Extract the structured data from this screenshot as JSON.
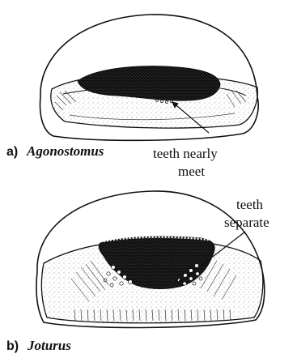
{
  "panel_a": {
    "letter": "a)",
    "genus": "Agonostomus",
    "callout_line1": "teeth nearly",
    "callout_line2": "meet"
  },
  "panel_b": {
    "letter": "b)",
    "genus": "Joturus",
    "callout_line1": "teeth",
    "callout_line2": "separate"
  },
  "colors": {
    "ink": "#111111",
    "paper": "#ffffff"
  }
}
